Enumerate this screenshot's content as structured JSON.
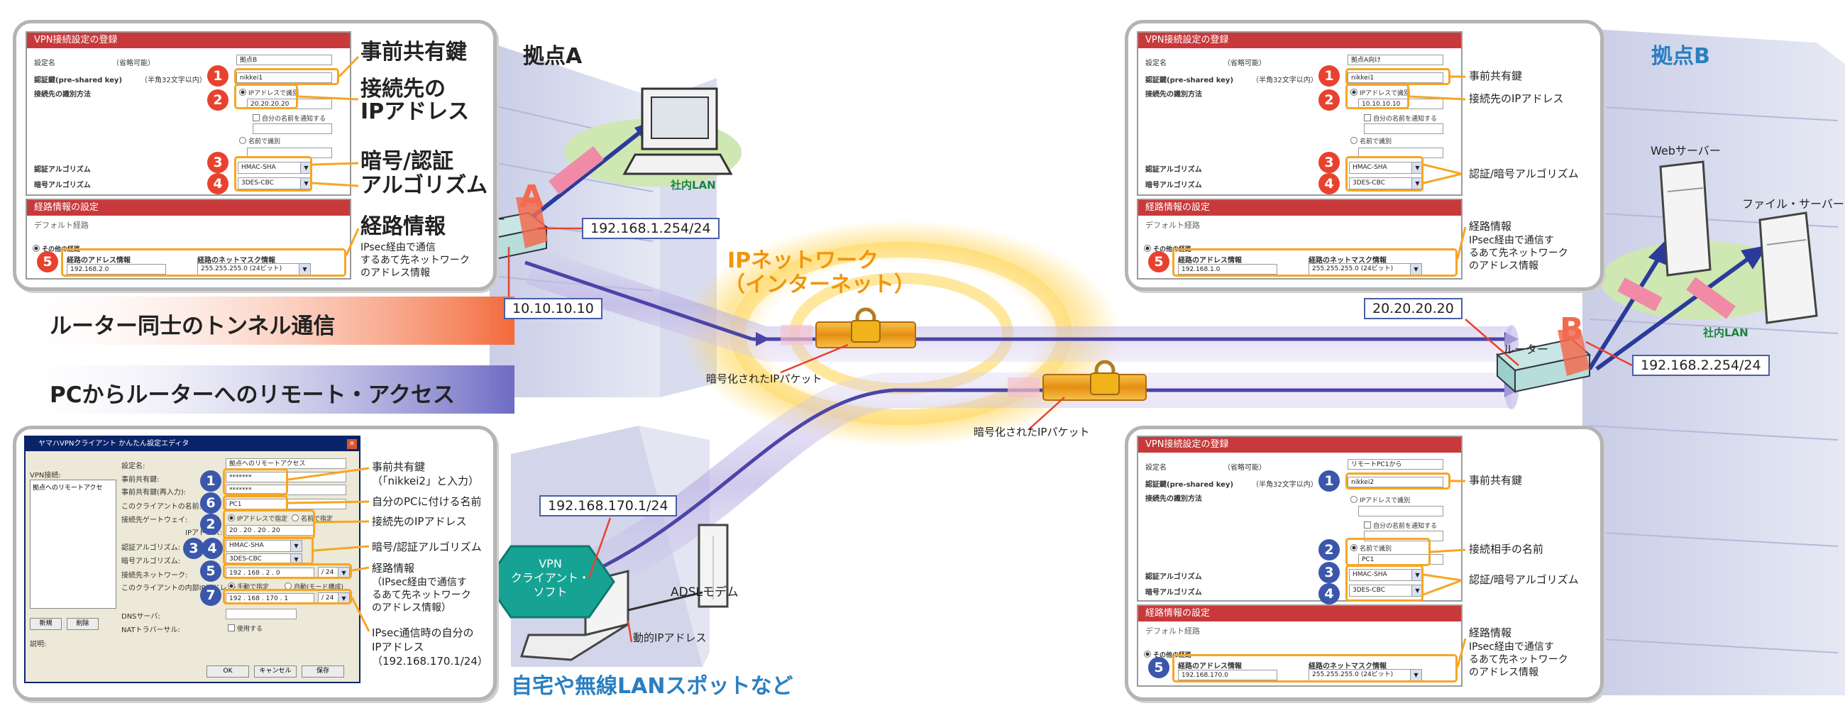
{
  "sites": {
    "site_a": "拠点A",
    "site_b": "拠点B",
    "home": "自宅や無線LANスポットなど",
    "network_line1": "IPネットワーク",
    "network_line2": "（インターネット）"
  },
  "headlines": {
    "tunnel": "ルーター同士のトンネル通信",
    "remote": "PCからルーターへのリモート・アクセス"
  },
  "devices": {
    "router": "ルーター",
    "router_a_mark": "A",
    "router_b_mark": "B",
    "lan_a": "社内LAN",
    "lan_b": "社内LAN",
    "web_server": "Webサーバー",
    "file_server": "ファイル・サーバー",
    "adsl_modem": "ADSLモデム",
    "vpn_client_line1": "VPN",
    "vpn_client_line2": "クライアント・",
    "vpn_client_line3": "ソフト",
    "encrypted_packet_1": "暗号化されたIPパケット",
    "encrypted_packet_2": "暗号化されたIPパケット",
    "dynamic_ip": "動的IPアドレス"
  },
  "ips": {
    "router_a_lan": "192.168.1.254/24",
    "router_a_wan": "10.10.10.10",
    "router_b_wan": "20.20.20.20",
    "router_b_lan": "192.168.2.254/24",
    "client": "192.168.170.1/24"
  },
  "callouts_a": {
    "psk": "事前共有鍵",
    "peer_line1": "接続先の",
    "peer_line2": "IPアドレス",
    "algo_line1": "暗号/認証",
    "algo_line2": "アルゴリズム",
    "route_title": "経路情報",
    "route_desc1": "IPsec経由で通信",
    "route_desc2": "するあて先ネットワーク",
    "route_desc3": "のアドレス情報"
  },
  "callouts_b1": {
    "psk": "事前共有鍵",
    "peer": "接続先のIPアドレス",
    "algo": "認証/暗号アルゴリズム",
    "route_title": "経路情報",
    "route_desc1": "IPsec経由で通信す",
    "route_desc2": "るあて先ネットワーク",
    "route_desc3": "のアドレス情報"
  },
  "callouts_b2": {
    "psk": "事前共有鍵",
    "peer": "接続相手の名前",
    "algo": "認証/暗号アルゴリズム",
    "route_title": "経路情報",
    "route_desc1": "IPsec経由で通信す",
    "route_desc2": "るあて先ネットワーク",
    "route_desc3": "のアドレス情報"
  },
  "callouts_client": {
    "psk_line1": "事前共有鍵",
    "psk_line2": "（「nikkei2」と入力）",
    "own_name": "自分のPCに付ける名前",
    "peer": "接続先のIPアドレス",
    "algo": "暗号/認証アルゴリズム",
    "route_title": "経路情報",
    "route_desc1": "（IPsec経由で通信す",
    "route_desc2": "るあて先ネットワーク",
    "route_desc3": "のアドレス情報）",
    "own_ip_line1": "IPsec通信時の自分の",
    "own_ip_line2": "IPアドレス",
    "own_ip_line3": "（192.168.170.1/24）"
  },
  "dialog_a": {
    "title": "VPN接続設定の登録",
    "name_label": "設定名",
    "name_hint": "（省略可能）",
    "name_value": "拠点B",
    "psk_label": "認証鍵(pre-shared key)",
    "psk_hint": "（半角32文字以内）",
    "psk_value": "nikkei1",
    "method_label": "接続先の識別方法",
    "by_ip": "IPアドレスで識別",
    "ip_value": "20.20.20.20",
    "notify_name": "自分の名前を通知する",
    "by_name": "名前で識別",
    "auth_label": "認証アルゴリズム",
    "auth_value": "HMAC-SHA",
    "enc_label": "暗号アルゴリズム",
    "enc_value": "3DES-CBC"
  },
  "route_a": {
    "title": "経路情報の設定",
    "default": "デフォルト経路",
    "other": "その他の経路",
    "addr_label": "経路のアドレス情報",
    "mask_label": "経路のネットマスク情報",
    "addr_value": "192.168.2.0",
    "mask_value": "255.255.255.0 (24ビット)"
  },
  "dialog_b1": {
    "title": "VPN接続設定の登録",
    "name_label": "設定名",
    "name_hint": "（省略可能）",
    "name_value": "拠点A向け",
    "psk_label": "認証鍵(pre-shared key)",
    "psk_hint": "（半角32文字以内）",
    "psk_value": "nikkei1",
    "method_label": "接続先の識別方法",
    "by_ip": "IPアドレスで識別",
    "ip_value": "10.10.10.10",
    "notify_name": "自分の名前を通知する",
    "by_name": "名前で識別",
    "auth_label": "認証アルゴリズム",
    "auth_value": "HMAC-SHA",
    "enc_label": "暗号アルゴリズム",
    "enc_value": "3DES-CBC"
  },
  "route_b1": {
    "title": "経路情報の設定",
    "default": "デフォルト経路",
    "other": "その他の経路",
    "addr_label": "経路のアドレス情報",
    "mask_label": "経路のネットマスク情報",
    "addr_value": "192.168.1.0",
    "mask_value": "255.255.255.0 (24ビット)"
  },
  "dialog_b2": {
    "title": "VPN接続設定の登録",
    "name_label": "設定名",
    "name_hint": "（省略可能）",
    "name_value": "リモートPC1から",
    "psk_label": "認証鍵(pre-shared key)",
    "psk_hint": "（半角32文字以内）",
    "psk_value": "nikkei2",
    "method_label": "接続先の識別方法",
    "by_ip": "IPアドレスで識別",
    "notify_name": "自分の名前を通知する",
    "by_name": "名前で識別",
    "name_id_value": "PC1",
    "auth_label": "認証アルゴリズム",
    "auth_value": "HMAC-SHA",
    "enc_label": "暗号アルゴリズム",
    "enc_value": "3DES-CBC"
  },
  "route_b2": {
    "title": "経路情報の設定",
    "default": "デフォルト経路",
    "other": "その他の経路",
    "addr_label": "経路のアドレス情報",
    "mask_label": "経路のネットマスク情報",
    "addr_value": "192.168.170.0",
    "mask_value": "255.255.255.0 (24ビット)"
  },
  "client_dialog": {
    "title": "ヤマハVPNクライアント かんたん設定エディタ",
    "close": "✕",
    "tree_label": "VPN接続:",
    "tree_item": "拠点へのリモートアクセ",
    "name_label": "設定名:",
    "name_value": "拠点へのリモートアクセス",
    "psk_label": "事前共有鍵:",
    "psk_value": "*******",
    "psk2_label": "事前共有鍵(再入力):",
    "psk2_value": "*******",
    "own_name_label": "このクライアントの名前:",
    "own_name_value": "PC1",
    "gateway_label": "接続先ゲートウェイ:",
    "by_ip": "IPアドレスで指定",
    "by_name": "名前で指定",
    "ip_label": "IPアドレス:",
    "ip1": "20",
    "ip2": "20",
    "ip3": "20",
    "ip4": "20",
    "auth_label": "認証アルゴリズム:",
    "auth_value": "HMAC-SHA",
    "enc_label": "暗号アルゴリズム:",
    "enc_value": "3DES-CBC",
    "net_label": "接続先ネットワーク:",
    "net1": "192",
    "net2": "168",
    "net3": "2",
    "net4": "0",
    "net_mask": "24",
    "own_ip_label": "このクライアントの内部IPアドレス:",
    "manual": "手動で指定",
    "auto": "自動(モード構成)",
    "own1": "192",
    "own2": "168",
    "own3": "170",
    "own4": "1",
    "own_mask": "24",
    "dns_label": "DNSサーバ:",
    "nat_label": "NATトラバーサル:",
    "nat_check": "使用する",
    "new_btn": "新規",
    "del_btn": "削除",
    "desc_label": "説明:",
    "ok": "OK",
    "cancel": "キャンセル",
    "save": "保存"
  },
  "colors": {
    "tunnel": "#8f83c8",
    "accent_red": "#e8422f",
    "accent_blue": "#3a57ab",
    "highlight": "#f6a623",
    "dialog_title": "#c8393b",
    "client_title": "#0a246a",
    "vpn_client": "#16a394"
  }
}
